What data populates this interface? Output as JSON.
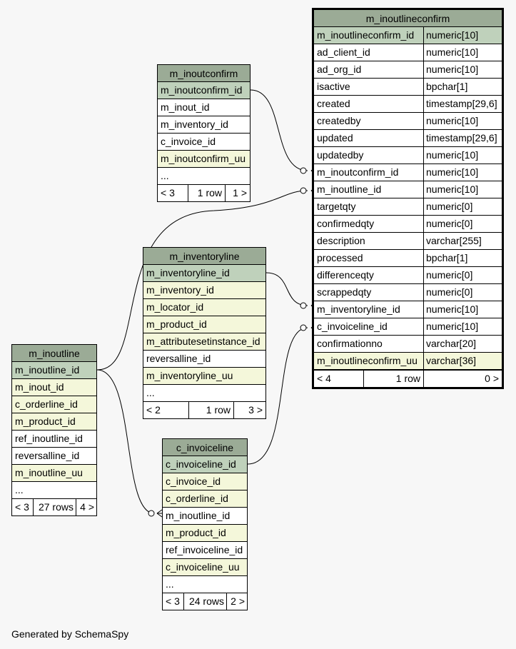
{
  "footer_text": "Generated by SchemaSpy",
  "tables": {
    "m_inoutlineconfirm": {
      "name": "m_inoutlineconfirm",
      "columns": [
        {
          "name": "m_inoutlineconfirm_id",
          "type": "numeric[10]"
        },
        {
          "name": "ad_client_id",
          "type": "numeric[10]"
        },
        {
          "name": "ad_org_id",
          "type": "numeric[10]"
        },
        {
          "name": "isactive",
          "type": "bpchar[1]"
        },
        {
          "name": "created",
          "type": "timestamp[29,6]"
        },
        {
          "name": "createdby",
          "type": "numeric[10]"
        },
        {
          "name": "updated",
          "type": "timestamp[29,6]"
        },
        {
          "name": "updatedby",
          "type": "numeric[10]"
        },
        {
          "name": "m_inoutconfirm_id",
          "type": "numeric[10]"
        },
        {
          "name": "m_inoutline_id",
          "type": "numeric[10]"
        },
        {
          "name": "targetqty",
          "type": "numeric[0]"
        },
        {
          "name": "confirmedqty",
          "type": "numeric[0]"
        },
        {
          "name": "description",
          "type": "varchar[255]"
        },
        {
          "name": "processed",
          "type": "bpchar[1]"
        },
        {
          "name": "differenceqty",
          "type": "numeric[0]"
        },
        {
          "name": "scrappedqty",
          "type": "numeric[0]"
        },
        {
          "name": "m_inventoryline_id",
          "type": "numeric[10]"
        },
        {
          "name": "c_invoiceline_id",
          "type": "numeric[10]"
        },
        {
          "name": "confirmationno",
          "type": "varchar[20]"
        },
        {
          "name": "m_inoutlineconfirm_uu",
          "type": "varchar[36]"
        }
      ],
      "footer": {
        "parents": "< 4",
        "rows": "1 row",
        "children": "0 >"
      }
    },
    "m_inoutconfirm": {
      "name": "m_inoutconfirm",
      "columns": [
        "m_inoutconfirm_id",
        "m_inout_id",
        "m_inventory_id",
        "c_invoice_id",
        "m_inoutconfirm_uu",
        "..."
      ],
      "footer": {
        "parents": "< 3",
        "rows": "1 row",
        "children": "1 >"
      }
    },
    "m_inventoryline": {
      "name": "m_inventoryline",
      "columns": [
        "m_inventoryline_id",
        "m_inventory_id",
        "m_locator_id",
        "m_product_id",
        "m_attributesetinstance_id",
        "reversalline_id",
        "m_inventoryline_uu",
        "..."
      ],
      "footer": {
        "parents": "< 2",
        "rows": "1 row",
        "children": "3 >"
      }
    },
    "m_inoutline": {
      "name": "m_inoutline",
      "columns": [
        "m_inoutline_id",
        "m_inout_id",
        "c_orderline_id",
        "m_product_id",
        "ref_inoutline_id",
        "reversalline_id",
        "m_inoutline_uu",
        "..."
      ],
      "footer": {
        "parents": "< 3",
        "rows": "27 rows",
        "children": "4 >"
      }
    },
    "c_invoiceline": {
      "name": "c_invoiceline",
      "columns": [
        "c_invoiceline_id",
        "c_invoice_id",
        "c_orderline_id",
        "m_inoutline_id",
        "m_product_id",
        "ref_invoiceline_id",
        "c_invoiceline_uu",
        "..."
      ],
      "footer": {
        "parents": "< 3",
        "rows": "24 rows",
        "children": "2 >"
      }
    }
  }
}
